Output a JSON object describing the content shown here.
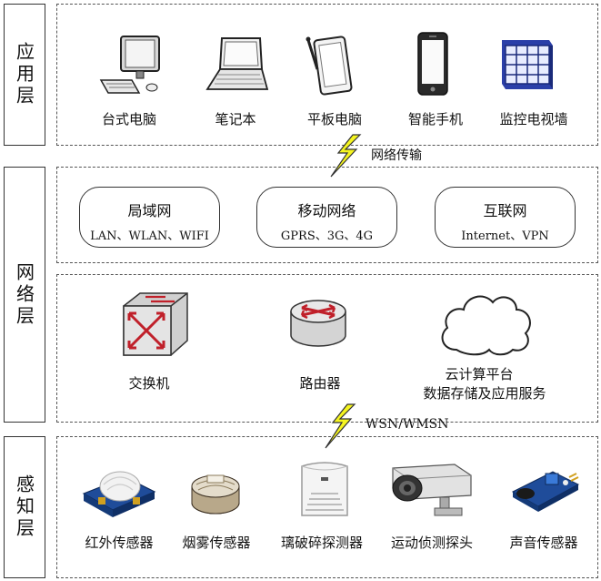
{
  "layers": {
    "application": {
      "label": "应用层",
      "devices": [
        {
          "label": "台式电脑",
          "icon": "desktop-computer-icon"
        },
        {
          "label": "笔记本",
          "icon": "laptop-icon"
        },
        {
          "label": "平板电脑",
          "icon": "tablet-icon"
        },
        {
          "label": "智能手机",
          "icon": "smartphone-icon"
        },
        {
          "label": "监控电视墙",
          "icon": "video-wall-icon"
        }
      ]
    },
    "network": {
      "label": "网络层",
      "networks": [
        {
          "title": "局域网",
          "subtitle": "LAN、WLAN、WIFI"
        },
        {
          "title": "移动网络",
          "subtitle": "GPRS、3G、4G"
        },
        {
          "title": "互联网",
          "subtitle": "Internet、VPN"
        }
      ],
      "devices": [
        {
          "label": "交换机",
          "icon": "switch-icon"
        },
        {
          "label": "路由器",
          "icon": "router-icon"
        },
        {
          "label_line1": "云计算平台",
          "label_line2": "数据存储及应用服务",
          "icon": "cloud-icon"
        }
      ]
    },
    "perception": {
      "label": "感知层",
      "devices": [
        {
          "label": "红外传感器",
          "icon": "infrared-sensor-icon"
        },
        {
          "label": "烟雾传感器",
          "icon": "smoke-sensor-icon"
        },
        {
          "label": "璃破碎探测器",
          "icon": "glass-break-detector-icon"
        },
        {
          "label": "运动侦测探头",
          "icon": "motion-camera-icon"
        },
        {
          "label": "声音传感器",
          "icon": "sound-sensor-icon"
        }
      ]
    }
  },
  "links": {
    "upper": "网络传输",
    "lower": "WSN/WMSN"
  }
}
